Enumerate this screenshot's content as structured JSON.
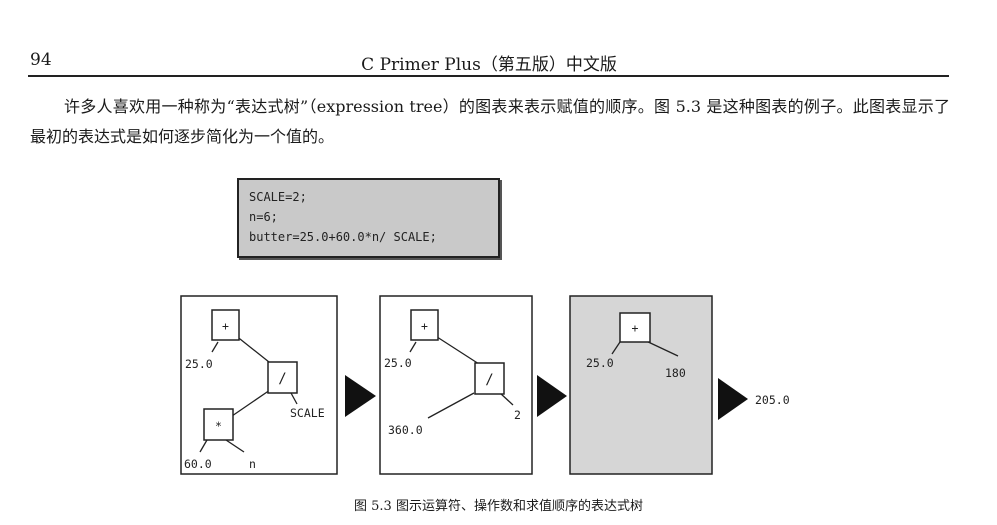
{
  "header": {
    "page_number": "94",
    "running_title": "C Primer Plus（第五版）中文版"
  },
  "paragraph": "许多人喜欢用一种称为“表达式树”（expression tree）的图表来表示赋值的顺序。图 5.3 是这种图表的例子。此图表显示了最初的表达式是如何逐步简化为一个值的。",
  "code": {
    "lines": [
      "SCALE=2;",
      "n=6;",
      "butter=25.0+60.0*n/ SCALE;"
    ]
  },
  "figure": {
    "panel1": {
      "plus_op": "+",
      "div_op": "/",
      "mul_op": "*",
      "val_25": "25.0",
      "val_scale": "SCALE",
      "val_60": "60.0",
      "val_n": "n"
    },
    "panel2": {
      "plus_op": "+",
      "div_op": "/",
      "val_25": "25.0",
      "val_360": "360.0",
      "val_2": "2"
    },
    "panel3": {
      "plus_op": "+",
      "val_25": "25.0",
      "val_180": "180"
    },
    "result": "205.0",
    "caption": "图 5.3   图示运算符、操作数和求值顺序的表达式树"
  },
  "colors": {
    "code_bg": "#c9c9c9",
    "panel3_bg": "#d6d6d6",
    "ink": "#222222"
  }
}
